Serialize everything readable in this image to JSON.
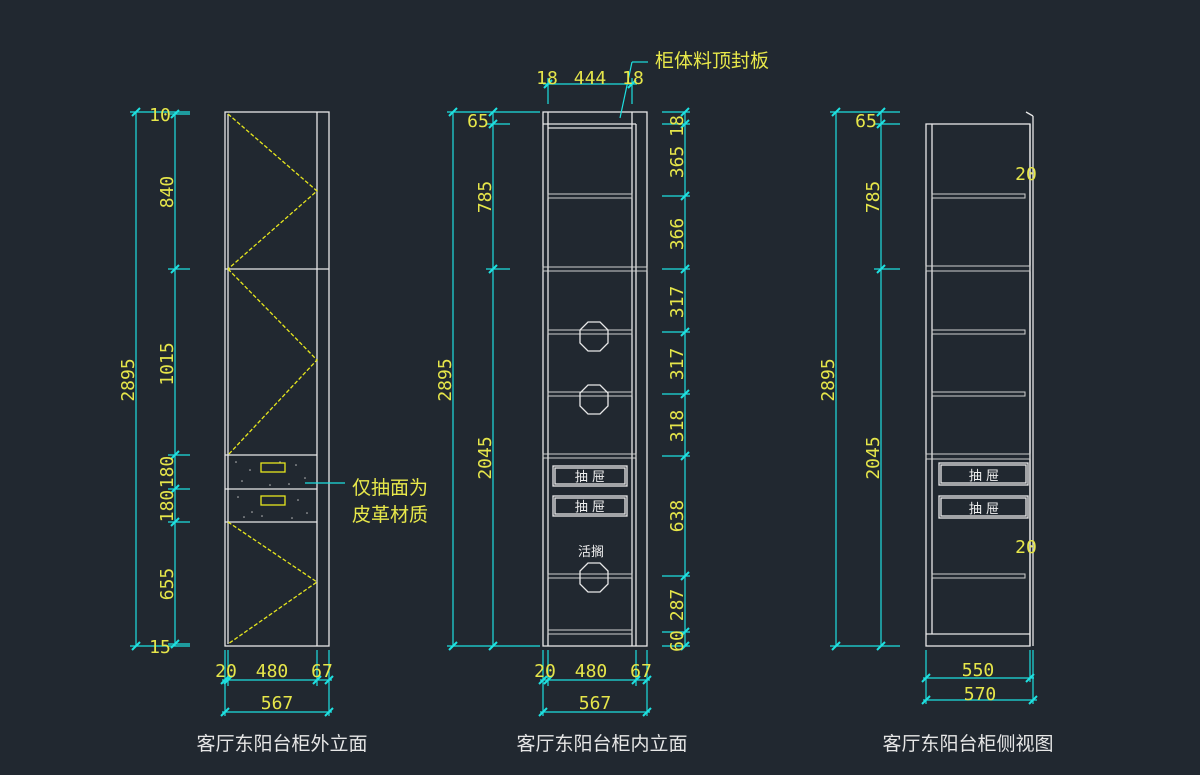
{
  "views": {
    "exterior": {
      "title": "客厅东阳台柜外立面",
      "total_height": "2895",
      "segments": [
        "10",
        "840",
        "1015",
        "180",
        "180",
        "655",
        "15"
      ],
      "widths": [
        "20",
        "480",
        "67"
      ],
      "total_width": "567",
      "note_line1": "仅抽面为",
      "note_line2": "皮革材质"
    },
    "interior": {
      "title": "客厅东阳台柜内立面",
      "top_widths": [
        "18",
        "444",
        "18"
      ],
      "top_note": "柜体料顶封板",
      "total_height": "2895",
      "left_segments": [
        "65",
        "785",
        "2045"
      ],
      "right_segments": [
        "18",
        "365",
        "366",
        "317",
        "317",
        "318",
        "638",
        "287",
        "60"
      ],
      "widths": [
        "20",
        "480",
        "67"
      ],
      "total_width": "567",
      "drawer_label": "抽 屉",
      "shelf_label": "活搁"
    },
    "side": {
      "title": "客厅东阳台柜侧视图",
      "total_height": "2895",
      "left_segments": [
        "65",
        "785",
        "2045"
      ],
      "inner_dims": [
        "20",
        "20"
      ],
      "widths": [
        "550",
        "570"
      ],
      "drawer_label": "抽 屉"
    }
  },
  "colors": {
    "background": "#212830",
    "dimension_lines": "#1ee0e0",
    "dimension_text": "#e6e64a",
    "outline": "#e8e8e8",
    "hatch": "#e6e61e"
  }
}
